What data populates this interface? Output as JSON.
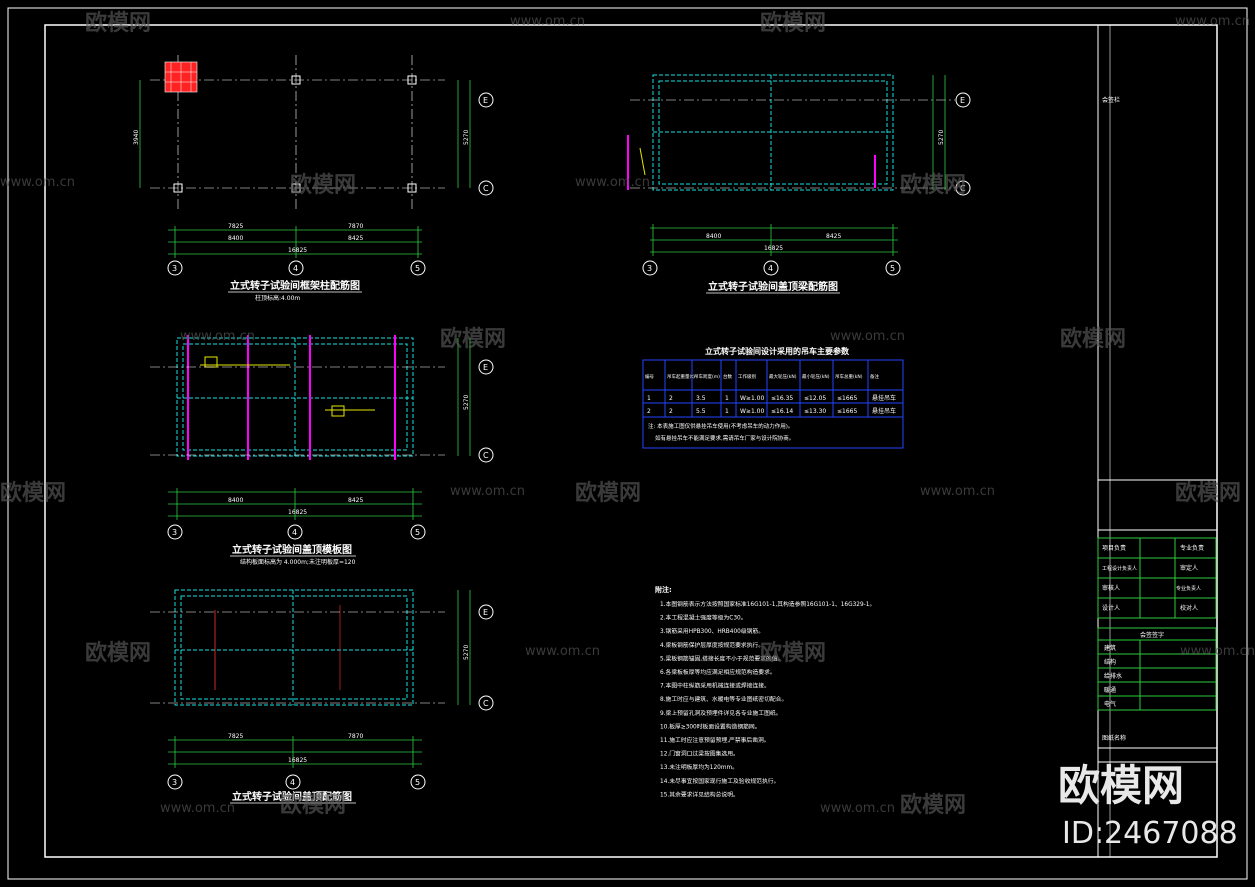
{
  "drawing": {
    "plan1_title": "立式转子试验间框架柱配筋图",
    "plan1_subtitle": "柱顶标高:4.00m",
    "plan2_title": "立式转子试验间盖顶梁配筋图",
    "plan3_title": "立式转子试验间盖顶模板图",
    "plan3_subtitle": "结构板面标高为 4.000m;未注明板厚=120",
    "plan4_title": "立式转子试验间盖顶配筋图",
    "table_title": "立式转子试验间设计采用的吊车主要参数",
    "notes_title": "附注:"
  },
  "axes": {
    "col_labels": [
      "3",
      "4",
      "5"
    ],
    "row_labels": [
      "E",
      "C"
    ],
    "dim_overall": "16825",
    "dim_bay1": "8400",
    "dim_bay2": "8425",
    "dim_inner1": "7825",
    "dim_inner2": "7870",
    "dim_row": "5270",
    "dim_row_left": "3940"
  },
  "crane_table": {
    "headers": [
      "编号",
      "吊车起重量(t)",
      "吊车跨度(m)",
      "台数",
      "工作级别",
      "最大轮压(kN)",
      "最小轮压(kN)",
      "吊车总重(kN)",
      "备注"
    ],
    "rows": [
      [
        "1",
        "2",
        "3.5",
        "1",
        "W≥1.00",
        "≤16.35",
        "≤12.05",
        "≤1665",
        "悬挂吊车"
      ],
      [
        "2",
        "2",
        "5.5",
        "1",
        "W≥1.00",
        "≤16.14",
        "≤13.30",
        "≤1665",
        "悬挂吊车"
      ]
    ],
    "note1": "注: 本表施工图仅供悬挂吊车使用(不考虑吊车的动力作用)。",
    "note2": "如有悬挂吊车不能满足要求,需请吊车厂家与设计院协商。"
  },
  "notes": [
    "1.本图钢筋表示方法按照国家标准16G101-1,其构造参照16G101-1、16G329-1。",
    "2.本工程混凝土强度等级为C30。",
    "3.钢筋采用HPB300、HRB400级钢筋。",
    "4.梁板钢筋保护层厚度按规范要求执行。",
    "5.梁板钢筋锚固,搭接长度不小于规范要求的值。",
    "6.各梁板板厚等均应满足相应规范构造要求。",
    "7.本图中柱纵筋采用机械连接或焊接连接。",
    "8.施工时应与建筑、水暖电等专业图纸密切配合。",
    "9.梁上预留孔洞及预埋件详见各专业施工图纸。",
    "10.板厚≥300时板面设置构造钢筋网。",
    "11.施工时应注意预留预埋,严禁事后凿洞。",
    "12.门窗洞口过梁按图集选用。",
    "13.未注明板厚均为120mm。",
    "14.未尽事宜按国家现行施工及验收规范执行。",
    "15.其余要求详见结构总说明。"
  ],
  "title_block": {
    "top_label": "会签栏",
    "row1": [
      "项目负责",
      "",
      "专业负责"
    ],
    "row2": [
      "工程设计负责人",
      "",
      "审定人"
    ],
    "row3": [
      "审核人",
      "",
      "专业负责人"
    ],
    "row4": [
      "设计人",
      "",
      "校对人"
    ],
    "section2": "会签签字",
    "sign_rows": [
      "建筑",
      "结构",
      "给排水",
      "暖通",
      "电气"
    ],
    "drawing_name_label": "图纸名称"
  },
  "watermark": {
    "brand": "欧模网",
    "url": "www.om.cn",
    "logo_big": "欧模网",
    "id_text": "ID:2467088"
  }
}
